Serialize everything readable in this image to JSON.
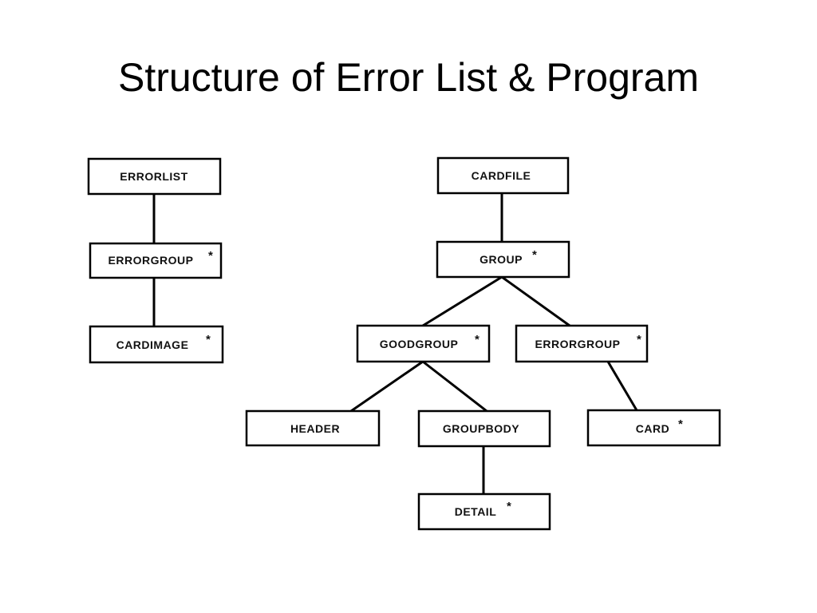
{
  "slide": {
    "title": "Structure of Error List & Program"
  },
  "diagram": {
    "error_list_tree": {
      "errorlist": {
        "label": "ERRORLIST",
        "mark": ""
      },
      "errorgroup": {
        "label": "ERRORGROUP",
        "mark": "*"
      },
      "cardimage": {
        "label": "CARDIMAGE",
        "mark": "*"
      }
    },
    "program_tree": {
      "cardfile": {
        "label": "CARDFILE",
        "mark": ""
      },
      "group": {
        "label": "GROUP",
        "mark": "*"
      },
      "goodgroup": {
        "label": "GOODGROUP",
        "mark": "*"
      },
      "errorgroup": {
        "label": "ERRORGROUP",
        "mark": "*"
      },
      "header": {
        "label": "HEADER",
        "mark": ""
      },
      "groupbody": {
        "label": "GROUPBODY",
        "mark": ""
      },
      "card": {
        "label": "CARD",
        "mark": "*"
      },
      "detail": {
        "label": "DETAIL",
        "mark": "*"
      }
    }
  }
}
